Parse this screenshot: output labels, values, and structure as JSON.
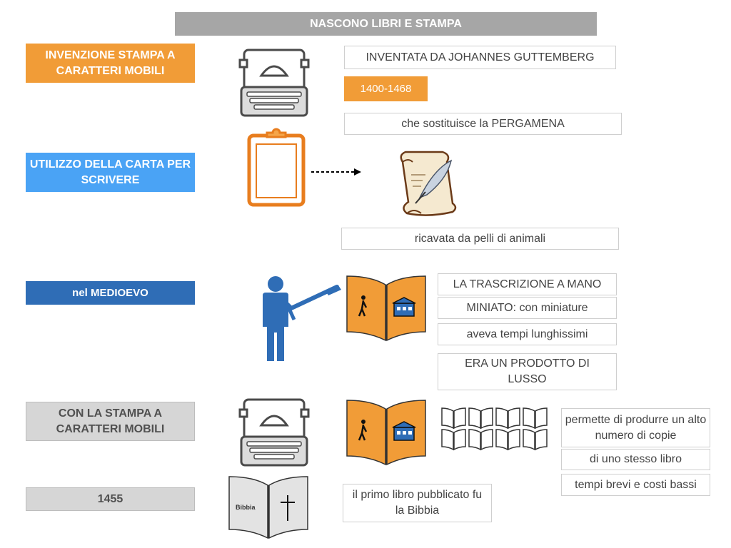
{
  "title": "NASCONO LIBRI E STAMPA",
  "left": {
    "invenzione": "INVENZIONE STAMPA A CARATTERI MOBILI",
    "carta": "UTILIZZO DELLA CARTA PER SCRIVERE",
    "medioevo": "nel MEDIOEVO",
    "con_stampa": "CON LA STAMPA A CARATTERI MOBILI",
    "anno": "1455"
  },
  "notes": {
    "inventata": "INVENTATA DA JOHANNES GUTTEMBERG",
    "date": "1400-1468",
    "sostituisce": "che sostituisce la PERGAMENA",
    "ricavata": "ricavata da pelli di animali",
    "trascrizione": "LA TRASCRIZIONE A MANO",
    "miniato": "MINIATO: con miniature",
    "tempi": "aveva tempi lunghissimi",
    "lusso": "ERA UN PRODOTTO DI LUSSO",
    "permette": "permette di produrre un alto numero di copie",
    "stesso": "di uno stesso libro",
    "brevi": "tempi brevi e costi bassi",
    "bibbia": "il primo libro pubblicato fu la Bibbia"
  },
  "bible_label": "Bibbia",
  "colors": {
    "orange": "#f19c37",
    "blue": "#4aa3f5",
    "dark_blue": "#2f6db6",
    "gray": "#a6a6a6"
  },
  "icons": [
    "typewriter-icon",
    "clipboard-icon",
    "parchment-quill-icon",
    "person-pointer-icon",
    "open-book-icon",
    "books-stack-icon",
    "bible-icon"
  ]
}
